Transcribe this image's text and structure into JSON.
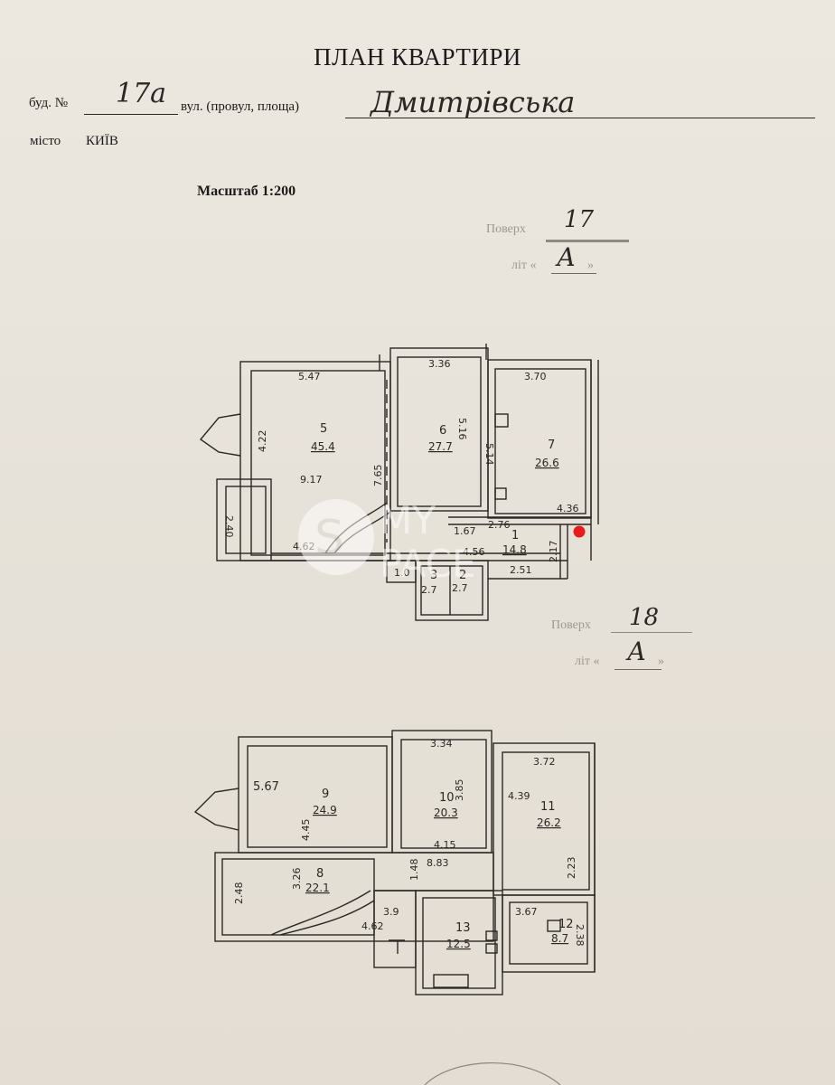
{
  "header": {
    "title": "ПЛАН КВАРТИРИ",
    "building_label": "буд. №",
    "building_number": "17а",
    "street_label": "вул. (провул, площа)",
    "street_name": "Дмитрівська",
    "city_label": "місто",
    "city_name": "КИЇВ",
    "scale": "Масштаб 1:200"
  },
  "floors": [
    {
      "floor_label": "Поверх",
      "floor_number": "17",
      "letter_label": "літ «",
      "letter": "А",
      "letter_close": "»"
    },
    {
      "floor_label": "Поверх",
      "floor_number": "18",
      "letter_label": "літ «",
      "letter": "А",
      "letter_close": "»"
    }
  ],
  "watermark": {
    "line1": "MY",
    "line2": "PACE"
  },
  "plan17": {
    "rooms": [
      {
        "num": "5",
        "area": "45.4"
      },
      {
        "num": "6",
        "area": "27.7"
      },
      {
        "num": "7",
        "area": "26.6"
      },
      {
        "num": "1",
        "area": "14.8"
      },
      {
        "num": "3",
        "area": "2.7"
      },
      {
        "num": "2",
        "area": "2.7"
      }
    ],
    "dims": [
      "5.47",
      "3.36",
      "3.70",
      "4.22",
      "9.17",
      "7.65",
      "5.16",
      "5.14",
      "4.36",
      "2.40",
      "4.62",
      "1.67",
      "2.76",
      "4.56",
      "2.51",
      "2.17",
      "1.0"
    ]
  },
  "plan18": {
    "rooms": [
      {
        "num": "9",
        "area": "24.9"
      },
      {
        "num": "10",
        "area": "20.3"
      },
      {
        "num": "11",
        "area": "26.2"
      },
      {
        "num": "8",
        "area": "22.1"
      },
      {
        "num": "13",
        "area": "12.5"
      },
      {
        "num": "12",
        "area": "8.7"
      }
    ],
    "dims": [
      "5.67",
      "3.34",
      "3.72",
      "4.39",
      "4.45",
      "3.85",
      "4.15",
      "8.83",
      "2.23",
      "2.48",
      "3.26",
      "1.48",
      "3.67",
      "2.38",
      "3.9",
      "4.62"
    ]
  }
}
